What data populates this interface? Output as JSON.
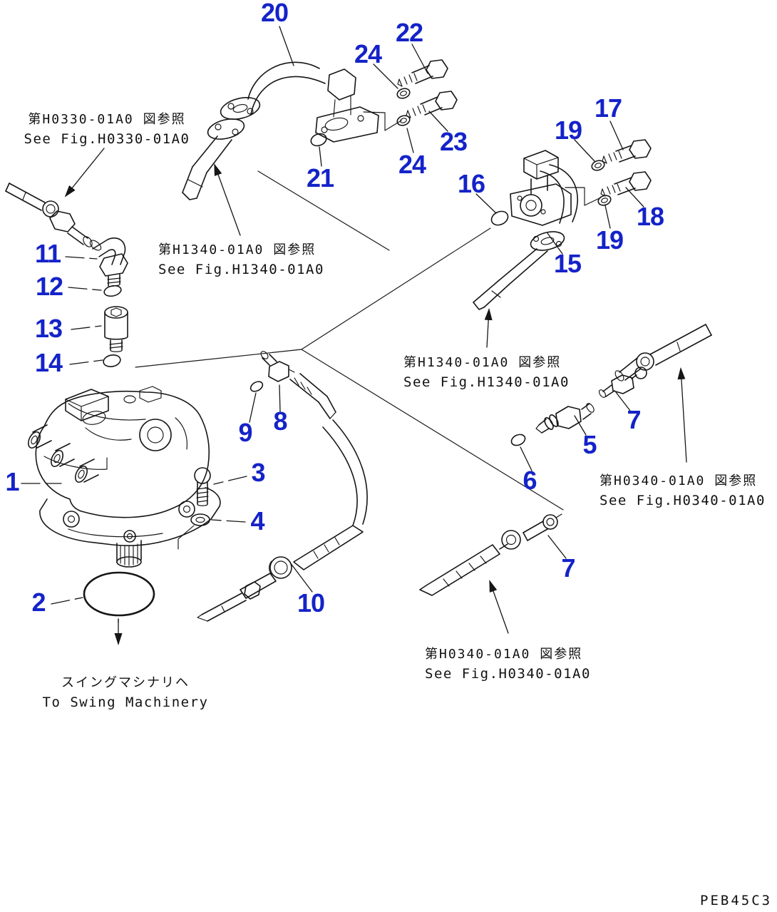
{
  "page": {
    "part_code": "PEB45C3"
  },
  "colors": {
    "callout_blue": "#1423c8",
    "line_black": "#161616"
  },
  "callouts": [
    {
      "label": "20"
    },
    {
      "label": "22"
    },
    {
      "label": "24"
    },
    {
      "label": "23"
    },
    {
      "label": "24"
    },
    {
      "label": "21"
    },
    {
      "label": "16"
    },
    {
      "label": "17"
    },
    {
      "label": "19"
    },
    {
      "label": "18"
    },
    {
      "label": "19"
    },
    {
      "label": "15"
    },
    {
      "label": "11"
    },
    {
      "label": "12"
    },
    {
      "label": "13"
    },
    {
      "label": "14"
    },
    {
      "label": "1"
    },
    {
      "label": "9"
    },
    {
      "label": "8"
    },
    {
      "label": "3"
    },
    {
      "label": "4"
    },
    {
      "label": "2"
    },
    {
      "label": "10"
    },
    {
      "label": "5"
    },
    {
      "label": "6"
    },
    {
      "label": "7"
    },
    {
      "label": "7"
    }
  ],
  "notes": [
    {
      "jp": "第H0330-01A0 図参照",
      "en": "See Fig.H0330-01A0"
    },
    {
      "jp": "第H1340-01A0 図参照",
      "en": "See Fig.H1340-01A0"
    },
    {
      "jp": "第H1340-01A0 図参照",
      "en": "See Fig.H1340-01A0"
    },
    {
      "jp": "第H0340-01A0 図参照",
      "en": "See Fig.H0340-01A0"
    },
    {
      "jp": "第H0340-01A0 図参照",
      "en": "See Fig.H0340-01A0"
    },
    {
      "jp": "スイングマシナリヘ",
      "en": "To Swing Machinery"
    }
  ]
}
